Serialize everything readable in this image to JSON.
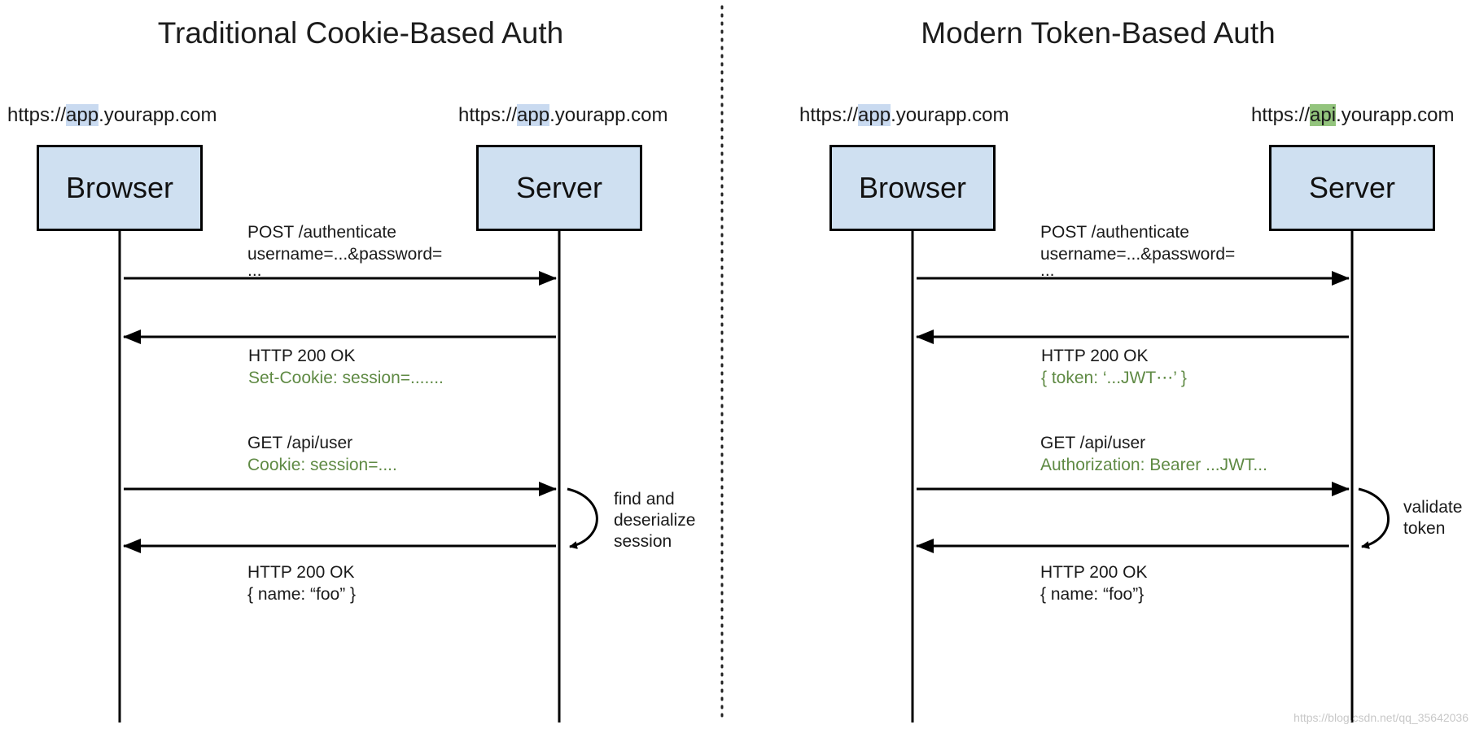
{
  "left": {
    "title": "Traditional Cookie-Based Auth",
    "browser_url": {
      "prefix": "https://",
      "sub": "app",
      "suffix": ".yourapp.com"
    },
    "server_url": {
      "prefix": "https://",
      "sub": "app",
      "suffix": ".yourapp.com"
    },
    "browser_label": "Browser",
    "server_label": "Server",
    "msg1": {
      "line1": "POST /authenticate",
      "line2": "username=...&password=",
      "line3": "..."
    },
    "msg2": {
      "line1": "HTTP 200 OK",
      "line2": "Set-Cookie: session=......."
    },
    "msg3": {
      "line1": "GET /api/user",
      "line2": "Cookie: session=...."
    },
    "process_note": {
      "line1": "find and",
      "line2": "deserialize",
      "line3": "session"
    },
    "msg4": {
      "line1": "HTTP 200 OK",
      "line2": "{  name: “foo” }"
    }
  },
  "right": {
    "title": "Modern Token-Based Auth",
    "browser_url": {
      "prefix": "https://",
      "sub": "app",
      "suffix": ".yourapp.com"
    },
    "server_url": {
      "prefix": "https://",
      "sub": "api",
      "suffix": ".yourapp.com"
    },
    "browser_label": "Browser",
    "server_label": "Server",
    "msg1": {
      "line1": "POST /authenticate",
      "line2": "username=...&password=",
      "line3": "..."
    },
    "msg2": {
      "line1": "HTTP 200 OK",
      "line2": "{ token: ‘...JWT⋯’ }"
    },
    "msg3": {
      "line1": "GET /api/user",
      "line2": "Authorization: Bearer ...JWT..."
    },
    "process_note": {
      "line1": "validate",
      "line2": "token"
    },
    "msg4": {
      "line1": "HTTP 200 OK",
      "line2": "{ name: “foo”}"
    }
  },
  "watermark": "https://blog.csdn.net/qq_35642036",
  "colors": {
    "box_fill": "#cfe0f1",
    "highlight_blue": "#c9daf0",
    "highlight_green": "#93c47d",
    "green_text": "#5f8a44"
  }
}
